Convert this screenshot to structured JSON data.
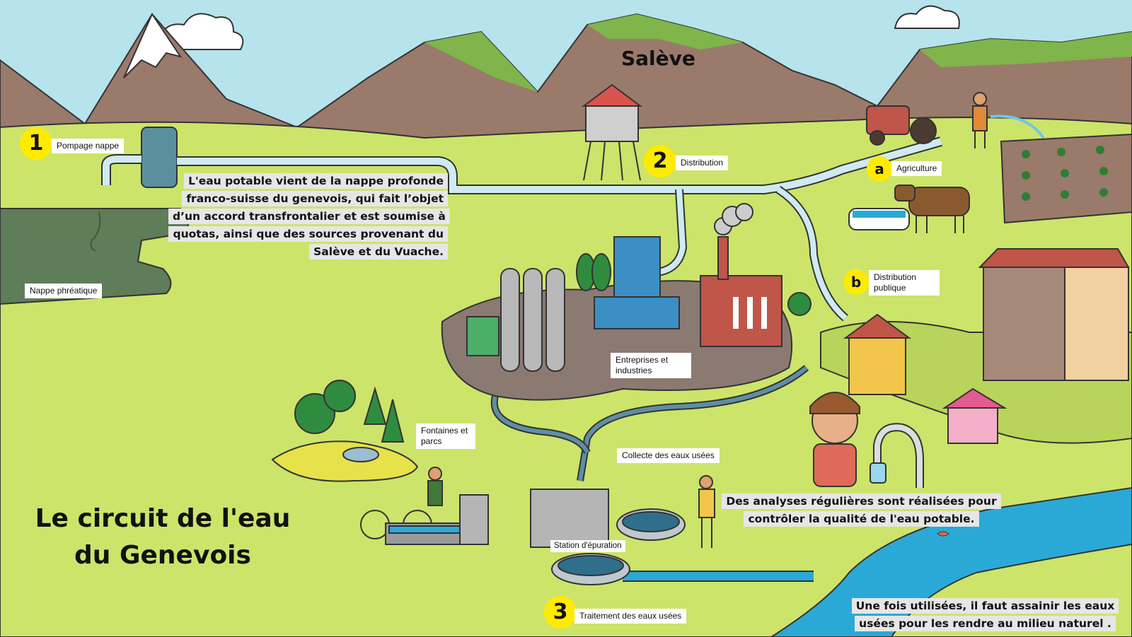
{
  "title": "Le circuit de l'eau du Genevois",
  "mountain": "Salève",
  "steps": {
    "s1": {
      "number": "1",
      "label": "Pompage nappe"
    },
    "s2": {
      "number": "2",
      "label": "Distribution"
    },
    "s3": {
      "number": "3",
      "label": "Traitement des eaux usées"
    },
    "sa": {
      "number": "a",
      "label": "Agriculture"
    },
    "sb": {
      "number": "b",
      "label": "Distribution publique"
    }
  },
  "labels": {
    "nappe": "Nappe phréatique",
    "entreprises": "Entreprises et industries",
    "fontaines": "Fontaines et parcs",
    "collecte": "Collecte des eaux usées",
    "station": "Station d'épuration"
  },
  "texts": {
    "source": "L'eau potable vient de la nappe profonde franco-suisse du genevois, qui fait l’objet d’un accord transfrontalier et est soumise à quotas, ainsi que des sources provenant du Salève et du Vuache.",
    "analyses": "Des analyses régulières sont réalisées pour contrôler la qualité de l'eau potable.",
    "assainir": "Une fois utilisées, il faut assainir les eaux usées pour les rendre au milieu naturel ."
  },
  "colors": {
    "sky": "#b7e3ec",
    "grass": "#cde46a",
    "mountain": "#9b7b6c",
    "water": "#2ba9d6",
    "pipe": "#cfeaf1",
    "marker": "#ffeb00"
  }
}
